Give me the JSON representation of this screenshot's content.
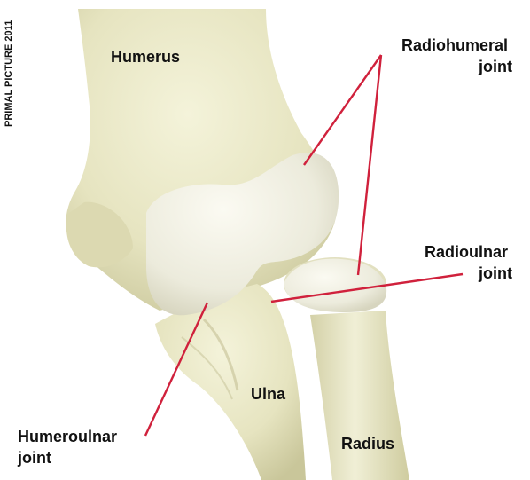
{
  "credit": "PRIMAL PICTURE 2011",
  "colors": {
    "bone": "#e9e8c6",
    "bone_shadow": "#cfcca2",
    "cartilage": "#f1efe2",
    "leader_line": "#d0213c",
    "text": "#111111"
  },
  "labels": {
    "humerus": "Humerus",
    "radiohumeral": [
      "Radiohumeral",
      "joint"
    ],
    "radioulnar": [
      "Radioulnar",
      "joint"
    ],
    "ulna": "Ulna",
    "humeroulnar": [
      "Humeroulnar",
      "joint"
    ],
    "radius": "Radius"
  }
}
